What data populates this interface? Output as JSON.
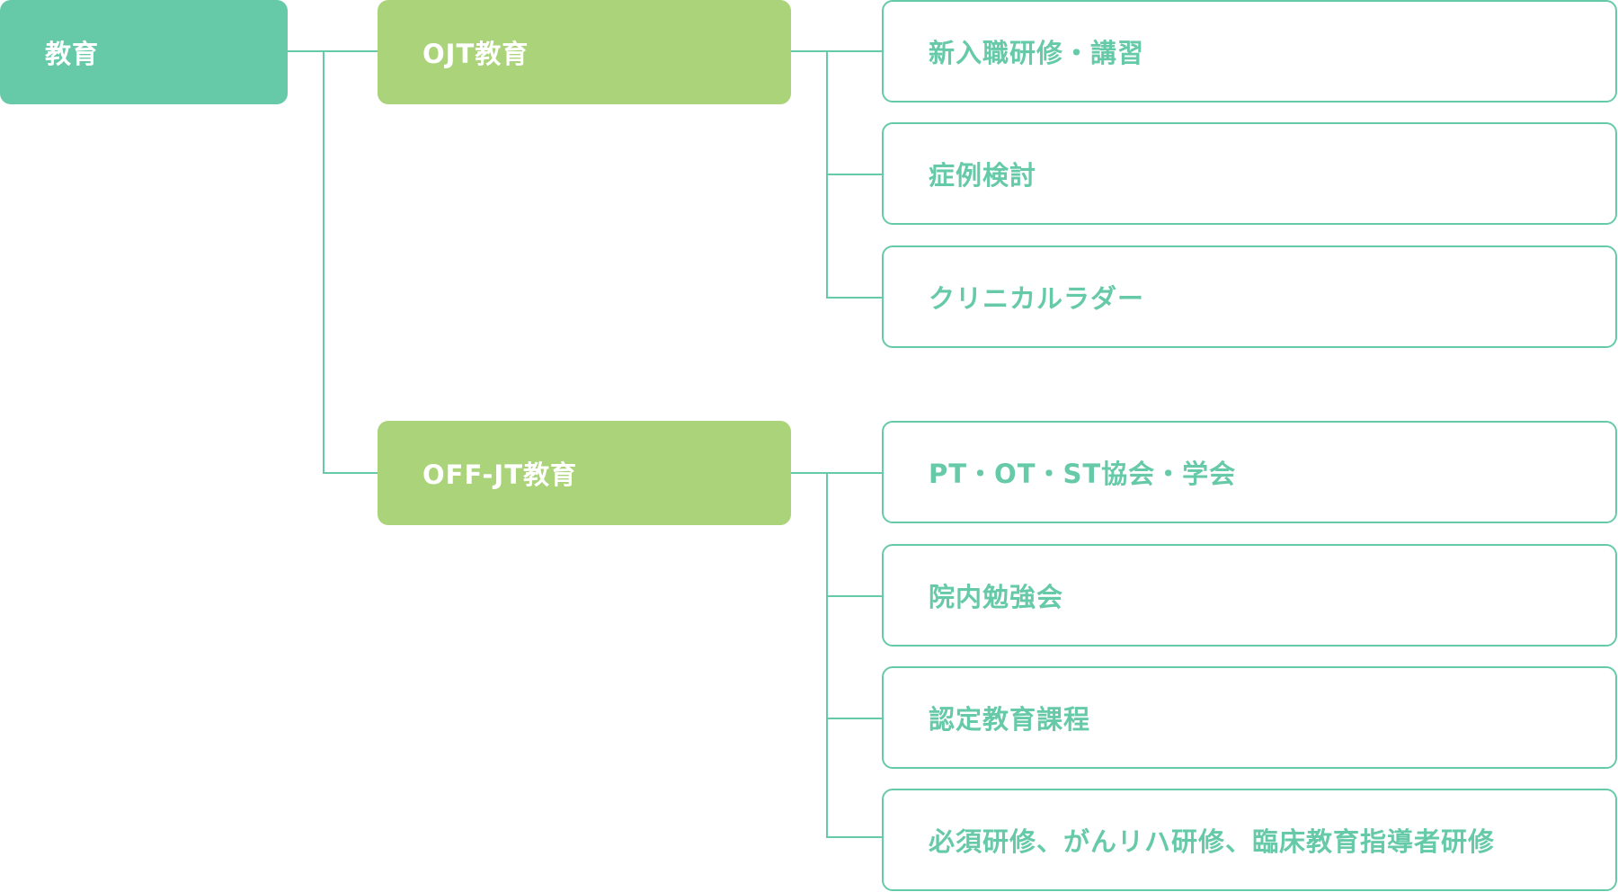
{
  "root": {
    "label": "教育"
  },
  "groups": [
    {
      "label": "OJT教育",
      "items": [
        "新入職研修・講習",
        "症例検討",
        "クリニカルラダー"
      ]
    },
    {
      "label": "OFF-JT教育",
      "items": [
        "PT・OT・ST協会・学会",
        "院内勉強会",
        "認定教育課程",
        "必須研修、がんリハ研修、臨床教育指導者研修"
      ]
    }
  ],
  "colors": {
    "root_fill": "#66caa9",
    "group_fill": "#aad37a",
    "item_border": "#66caa9",
    "item_text": "#66caa9",
    "connector": "#66caa9"
  }
}
